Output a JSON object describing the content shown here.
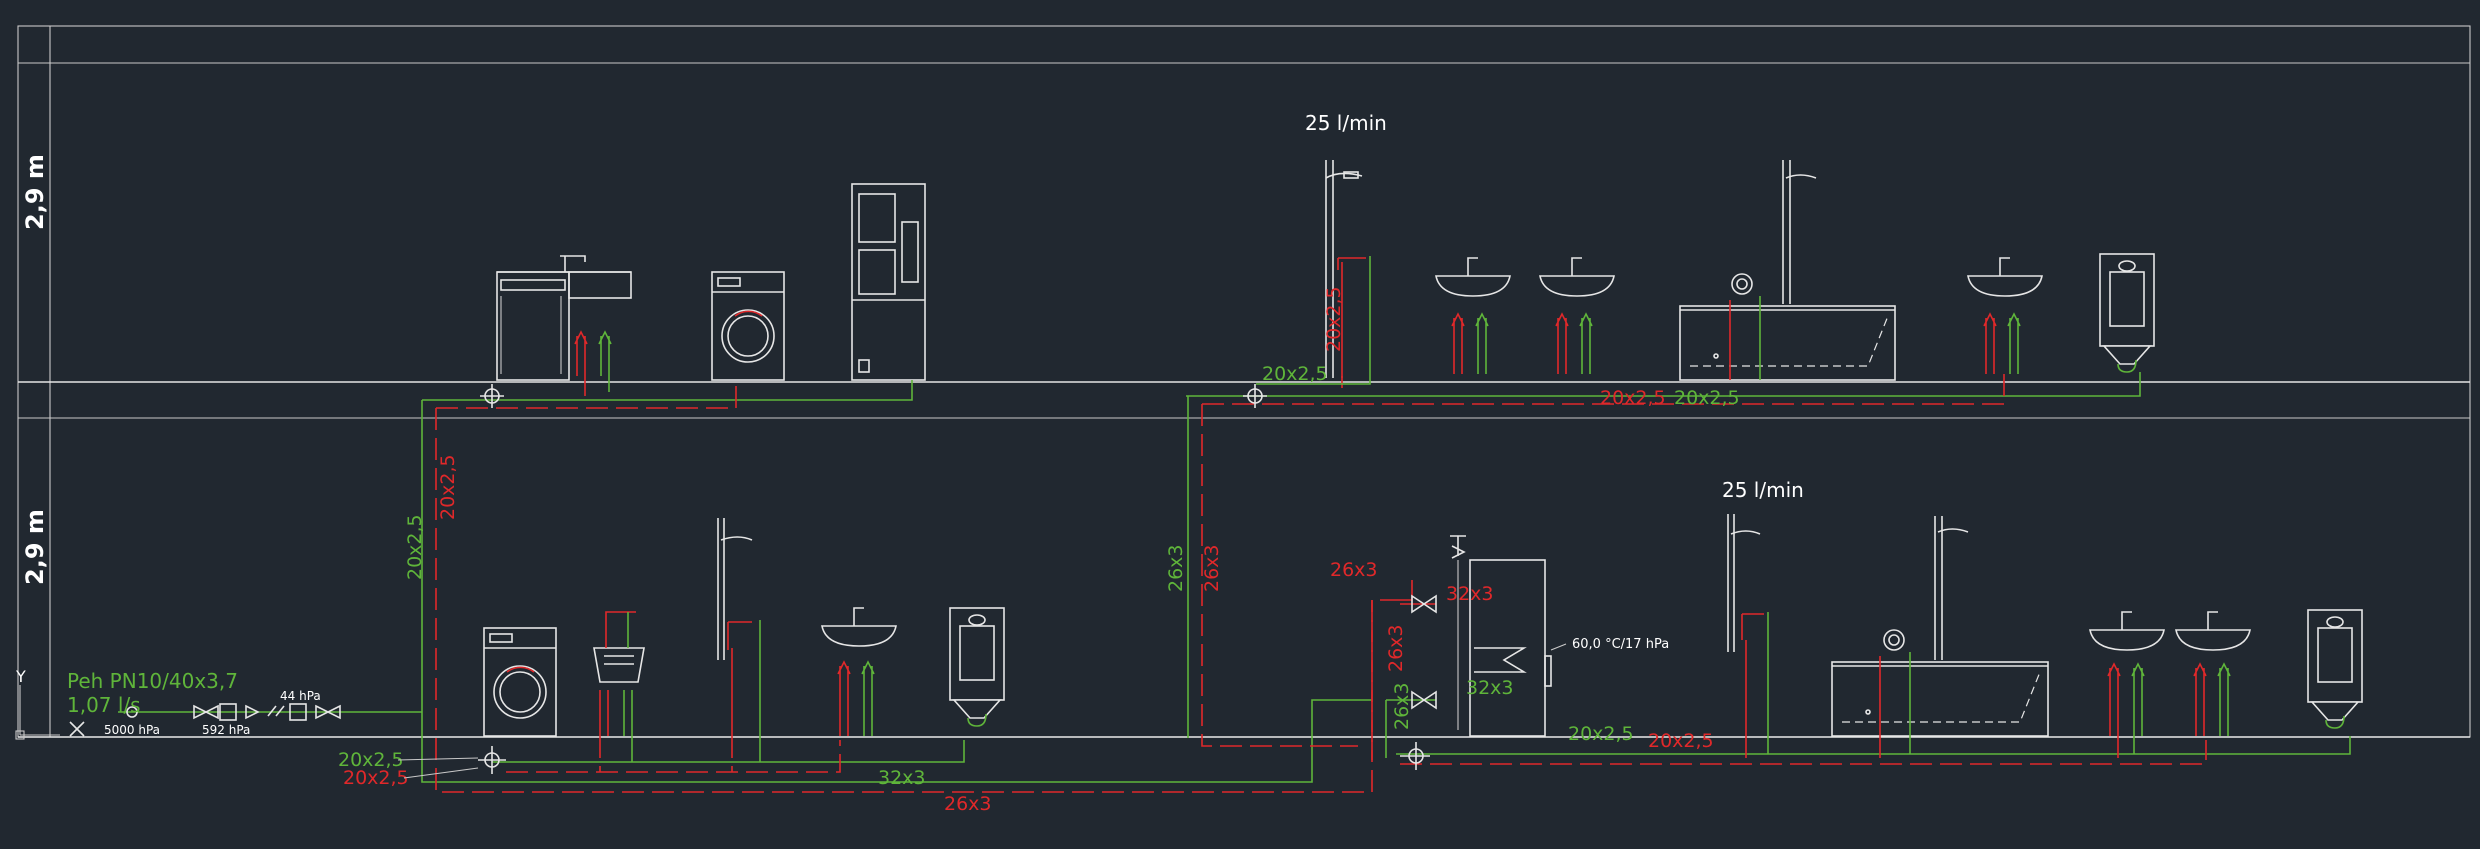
{
  "levels": {
    "upper_height": "2,9 m",
    "lower_height": "2,9 m"
  },
  "flow_labels": {
    "upper_right": "25 l/min",
    "lower_right": "25 l/min"
  },
  "supply": {
    "pipe_spec": "Peh PN10/40x3,7",
    "flow": "1,07 l/s",
    "pressure_in": "5000 hPa",
    "pressure_meter": "592 hPa",
    "pressure_filter": "44 hPa"
  },
  "heater": {
    "label": "60,0 °C/17 hPa"
  },
  "pipe_labels": {
    "upper_left_green_riser": "20x2,5",
    "upper_left_red_riser": "20x2,5",
    "upper_right_green_branch": "20x2,5",
    "upper_right_red_branch": "20x2,5",
    "upper_right_green_branch2": "20x2,5",
    "shower_red_vertical": "20x2,5",
    "main_green_riser": "26x3",
    "main_red_riser": "26x3",
    "heater_red_inlet": "26x3",
    "heater_red_outlet": "32x3",
    "heater_green_inlet": "32x3",
    "heater_red_vertical": "26x3",
    "heater_green_vertical": "26x3",
    "lower_right_green": "20x2,5",
    "lower_right_red": "20x2,5",
    "lower_left_green": "20x2,5",
    "lower_left_red": "20x2,5",
    "lower_main_green": "32x3",
    "lower_main_red": "26x3"
  },
  "axis": {
    "y_marker": "Y"
  },
  "colors": {
    "background": "#212830",
    "cold_water": "#5fb53a",
    "hot_water": "#e0282a",
    "linework": "#e6e6e6"
  }
}
